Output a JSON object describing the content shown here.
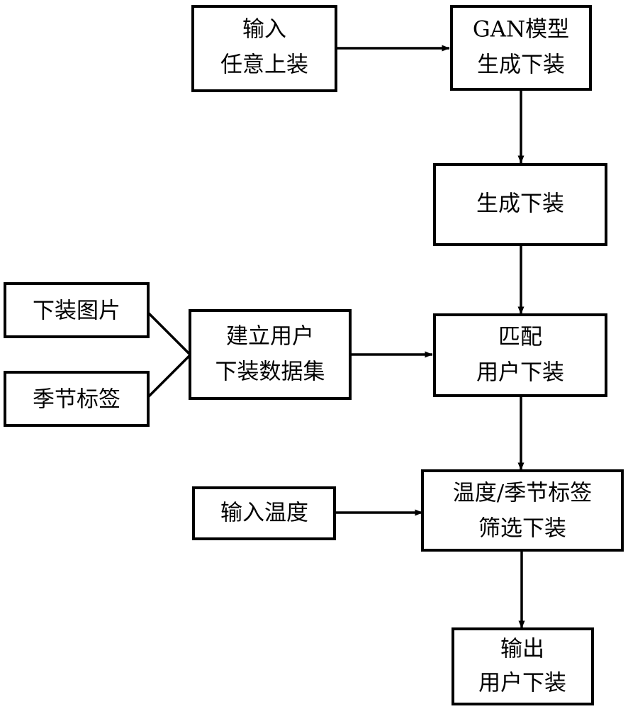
{
  "diagram": {
    "type": "flowchart",
    "orientation": "top-to-bottom",
    "background_color": "#ffffff",
    "line_color": "#000000",
    "box_fill": "#ffffff",
    "nodes": [
      {
        "id": "input-top",
        "lines": [
          "输入",
          "任意上装"
        ],
        "line1": "输入",
        "line2": "任意上装"
      },
      {
        "id": "gan-model",
        "lines": [
          "GAN模型",
          "生成下装"
        ],
        "line1": "GAN模型",
        "line2": "生成下装"
      },
      {
        "id": "generated-bottom",
        "lines": [
          "生成下装"
        ],
        "line1": "生成下装",
        "line2": ""
      },
      {
        "id": "bottom-image",
        "lines": [
          "下装图片"
        ],
        "line1": "下装图片",
        "line2": ""
      },
      {
        "id": "season-label",
        "lines": [
          "季节标签"
        ],
        "line1": "季节标签",
        "line2": ""
      },
      {
        "id": "build-dataset",
        "lines": [
          "建立用户",
          "下装数据集"
        ],
        "line1": "建立用户",
        "line2": "下装数据集"
      },
      {
        "id": "match-user",
        "lines": [
          "匹配",
          "用户下装"
        ],
        "line1": "匹配",
        "line2": "用户下装"
      },
      {
        "id": "input-temperature",
        "lines": [
          "输入温度"
        ],
        "line1": "输入温度",
        "line2": ""
      },
      {
        "id": "filter-bottom",
        "lines": [
          "温度/季节标签",
          "筛选下装"
        ],
        "line1": "温度/季节标签",
        "line2": "筛选下装"
      },
      {
        "id": "output-user",
        "lines": [
          "输出",
          "用户下装"
        ],
        "line1": "输出",
        "line2": "用户下装"
      }
    ],
    "edges": [
      {
        "id": "e1",
        "from": "input-top",
        "to": "gan-model",
        "arrow": true
      },
      {
        "id": "e2",
        "from": "gan-model",
        "to": "generated-bottom",
        "arrow": true
      },
      {
        "id": "e3",
        "from": "generated-bottom",
        "to": "match-user",
        "arrow": true
      },
      {
        "id": "e4",
        "from": "bottom-image",
        "to": "build-dataset",
        "arrow": false
      },
      {
        "id": "e5",
        "from": "season-label",
        "to": "build-dataset",
        "arrow": false
      },
      {
        "id": "e6",
        "from": "build-dataset",
        "to": "match-user",
        "arrow": true
      },
      {
        "id": "e7",
        "from": "match-user",
        "to": "filter-bottom",
        "arrow": true
      },
      {
        "id": "e8",
        "from": "input-temperature",
        "to": "filter-bottom",
        "arrow": true
      },
      {
        "id": "e9",
        "from": "filter-bottom",
        "to": "output-user",
        "arrow": true
      }
    ]
  }
}
